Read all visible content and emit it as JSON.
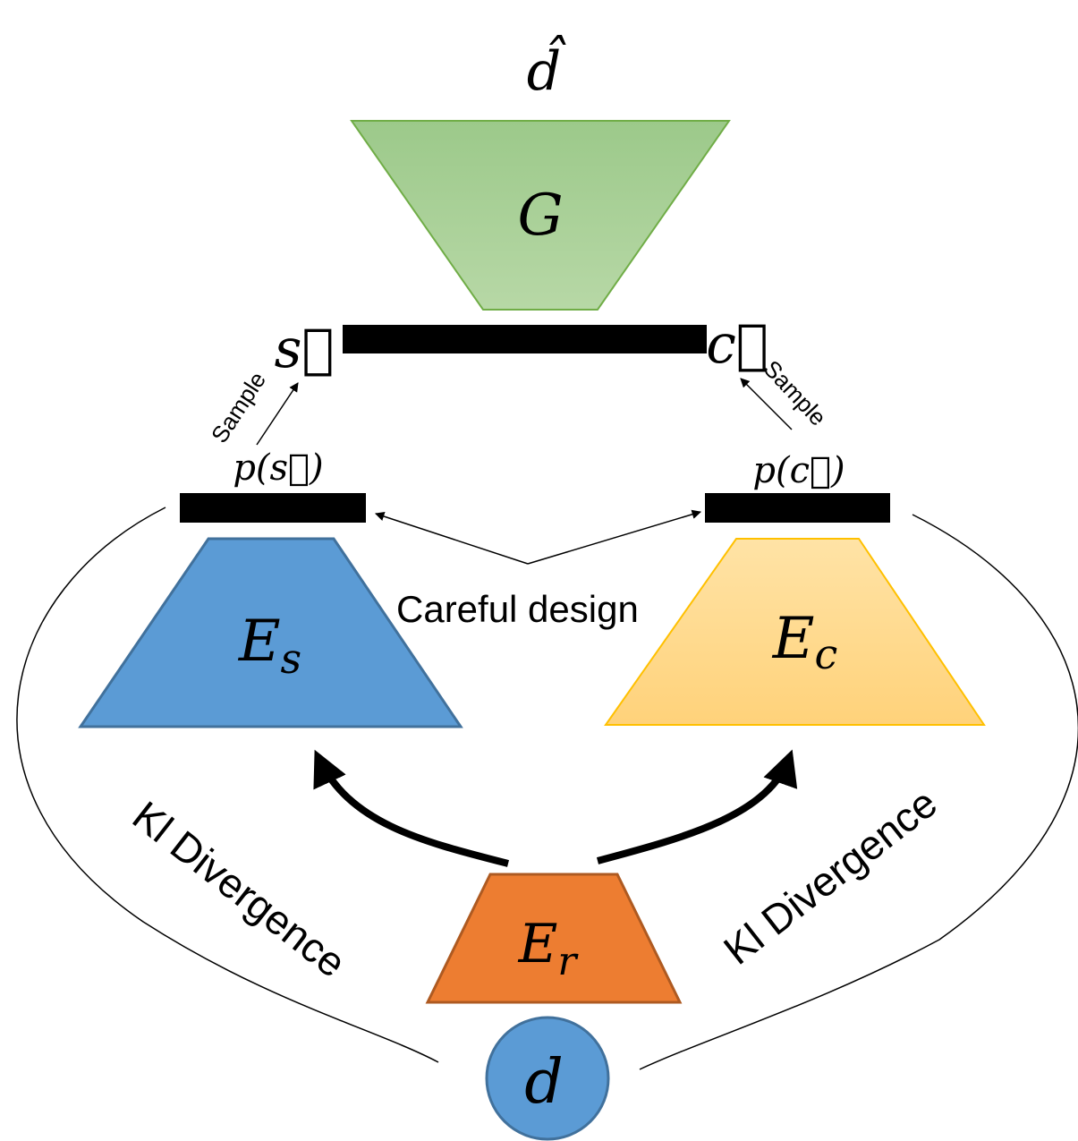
{
  "diagram": {
    "output_label": "d̂",
    "generator": {
      "label": "G",
      "color": "#a9d18e"
    },
    "latent": {
      "style_label": "s⃗",
      "content_label": "c⃗"
    },
    "style_encoder": {
      "label_main": "E",
      "label_sub": "s",
      "color": "#5b9bd5",
      "dist_label": "p(s⃗)"
    },
    "content_encoder": {
      "label_main": "E",
      "label_sub": "c",
      "color": "#ffd98a",
      "dist_label": "p(c⃗)"
    },
    "reference_encoder": {
      "label_main": "E",
      "label_sub": "r",
      "color": "#ed7d31"
    },
    "input": {
      "label": "d",
      "color": "#5b9bd5"
    },
    "annotations": {
      "sample_left": "Sample",
      "sample_right": "Sample",
      "careful_design": "Careful design",
      "kl_left": "Kl Divergence",
      "kl_right": "Kl Divergence"
    }
  }
}
